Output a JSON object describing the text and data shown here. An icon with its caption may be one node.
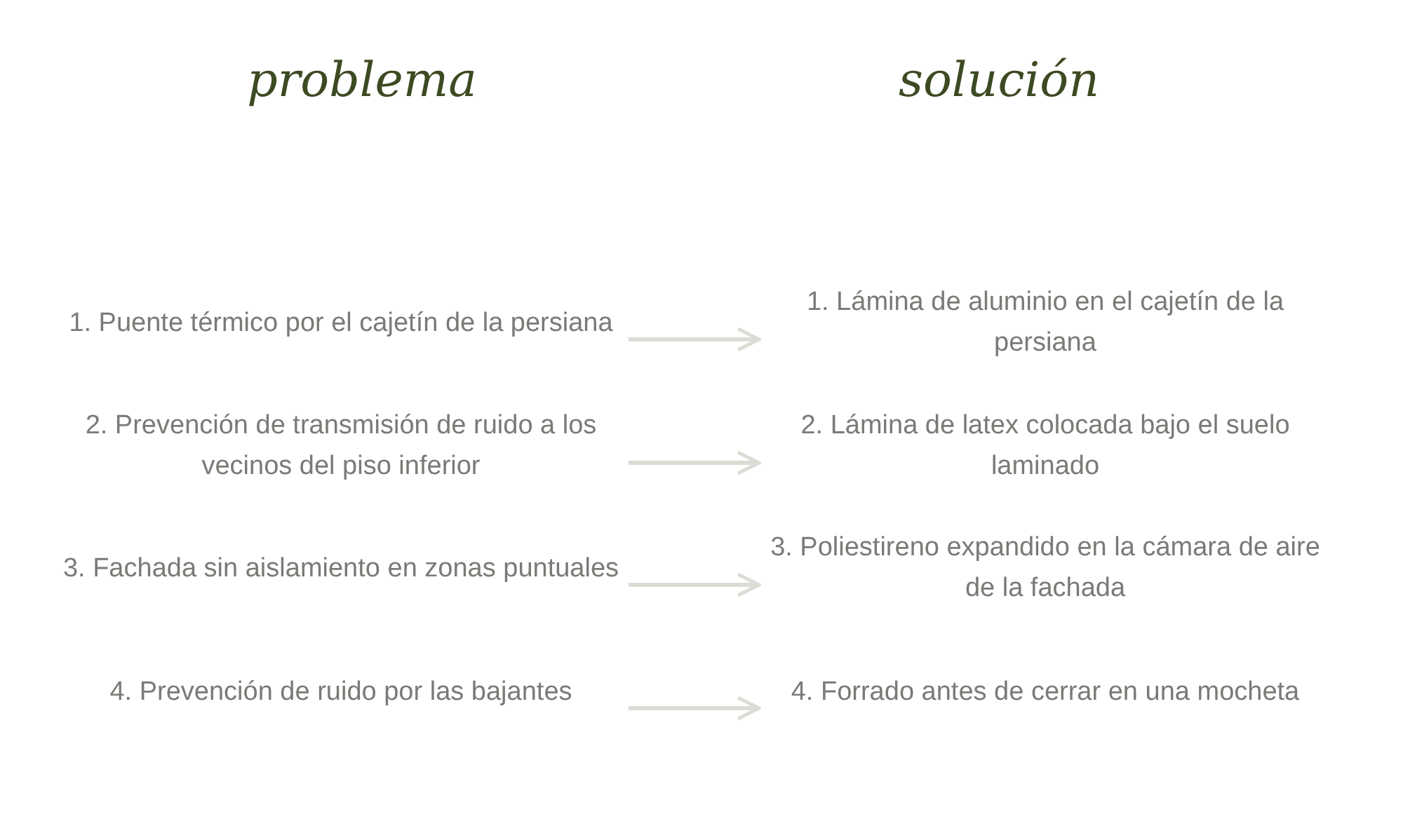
{
  "diagram": {
    "nodes": [
      {
        "text": [
          "1. Puente térmico por el cajetín de la persiana"
        ]
      },
      {
        "text": [
          "1. Lámina de aluminio en el cajetín de la persiana"
        ]
      },
      {
        "text": [
          "2. Prevención de transmisión de ruido a los vecinos del piso inferior"
        ]
      },
      {
        "text": [
          "2. Lámina de latex colocada bajo el suelo laminado"
        ]
      },
      {
        "text": [
          "3. Fachada sin aislamiento en zonas puntuales"
        ]
      },
      {
        "text": [
          "3. Poliestireno expandido en la cámara de aire de la fachada"
        ]
      },
      {
        "text": [
          "4. Prevención de ruido por las bajantes"
        ]
      },
      {
        "text": [
          "4. Forrado antes de cerrar en una mocheta"
        ]
      }
    ],
    "edges": [
      {
        "from": 0,
        "to": 1,
        "arrow": "to"
      },
      {
        "from": 2,
        "to": 3,
        "arrow": "to"
      },
      {
        "from": 4,
        "to": 5,
        "arrow": "to"
      },
      {
        "from": 6,
        "to": 7,
        "arrow": "to"
      }
    ],
    "labels": [
      "problema",
      "solución"
    ]
  }
}
